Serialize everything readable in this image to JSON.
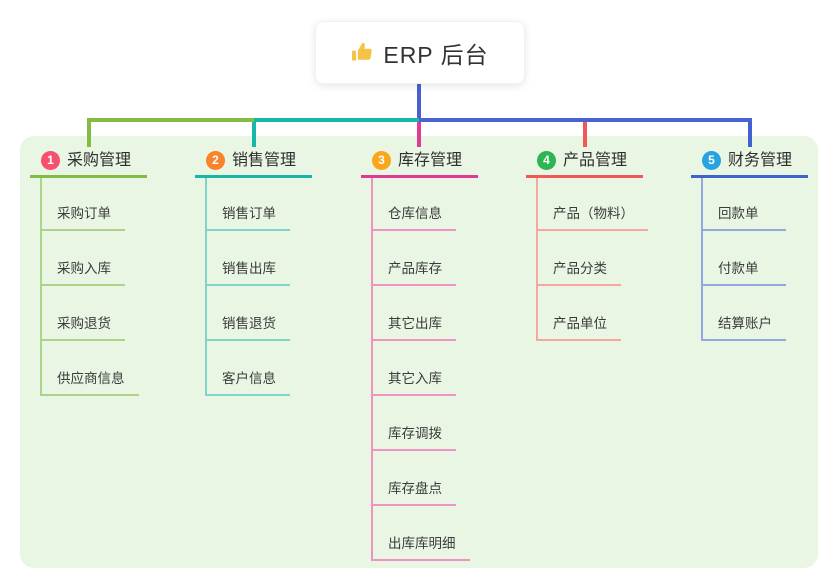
{
  "root": {
    "icon": "thumbs-up-icon",
    "icon_color": "#f6c244",
    "label": "ERP 后台"
  },
  "canvas": {
    "background": "#ffffff",
    "panel_background": "#e9f6e4",
    "stem_color": "#4a5fd0",
    "right_trunk_color": "#4a63d2",
    "text_color": "#333333"
  },
  "branches": [
    {
      "index": "1",
      "label": "采购管理",
      "badge_color": "#f7506e",
      "line_color": "#84bb44",
      "child_line_color": "#abd389",
      "children": [
        "采购订单",
        "采购入库",
        "采购退货",
        "供应商信息"
      ]
    },
    {
      "index": "2",
      "label": "销售管理",
      "badge_color": "#f8832a",
      "line_color": "#18b7aa",
      "child_line_color": "#7fd3c8",
      "children": [
        "销售订单",
        "销售出库",
        "销售退货",
        "客户信息"
      ]
    },
    {
      "index": "3",
      "label": "库存管理",
      "badge_color": "#f9a61a",
      "line_color": "#e13a92",
      "child_line_color": "#ef93c3",
      "children": [
        "仓库信息",
        "产品库存",
        "其它出库",
        "其它入库",
        "库存调拨",
        "库存盘点",
        "出库库明细"
      ]
    },
    {
      "index": "4",
      "label": "产品管理",
      "badge_color": "#2cb552",
      "line_color": "#f15959",
      "child_line_color": "#f6a7a1",
      "children": [
        "产品（物料）",
        "产品分类",
        "产品单位"
      ]
    },
    {
      "index": "5",
      "label": "财务管理",
      "badge_color": "#25a4e1",
      "line_color": "#3f62cf",
      "child_line_color": "#93a7e0",
      "children": [
        "回款单",
        "付款单",
        "结算账户"
      ]
    }
  ]
}
